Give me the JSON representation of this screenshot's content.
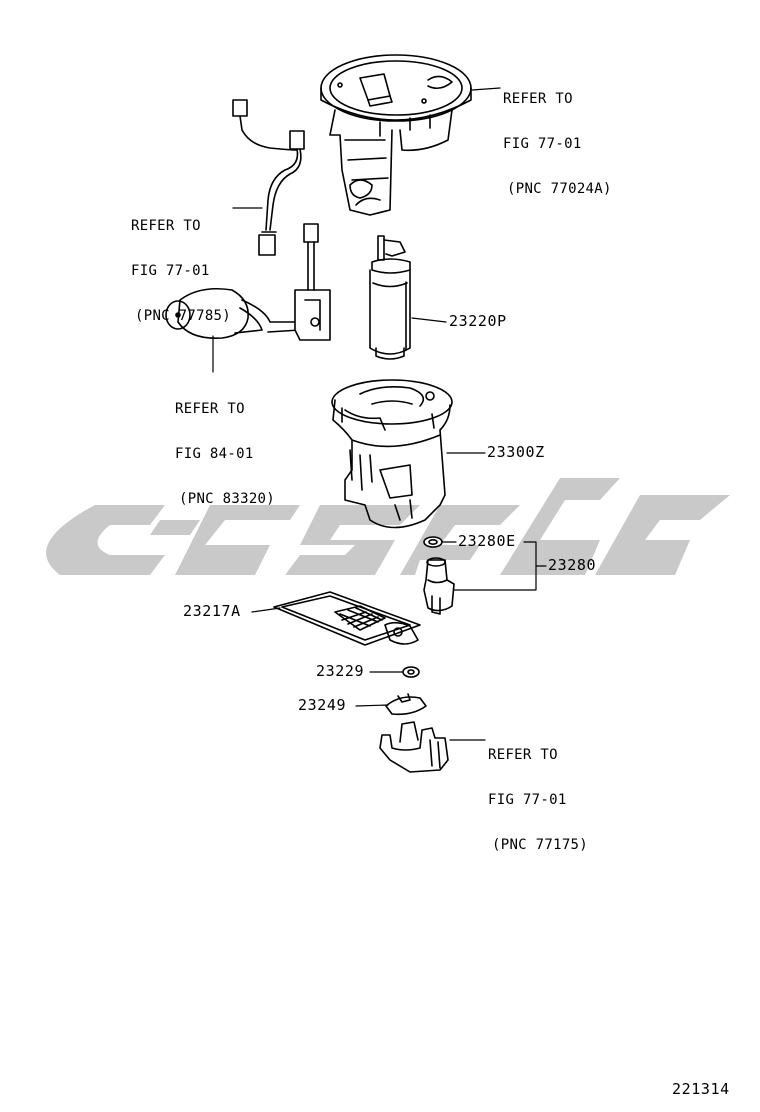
{
  "diagram_id": "221314",
  "parts": {
    "p23220P": "23220P",
    "p23300Z": "23300Z",
    "p23280E": "23280E",
    "p23280": "23280",
    "p23217A": "23217A",
    "p23229": "23229",
    "p23249": "23249"
  },
  "references": {
    "ref_top": {
      "line1": "REFER TO",
      "line2": "FIG 77-01",
      "line3": "(PNC 77024A)"
    },
    "ref_harness": {
      "line1": "REFER TO",
      "line2": "FIG 77-01",
      "line3": "(PNC 77785)"
    },
    "ref_sender": {
      "line1": "REFER TO",
      "line2": "FIG 84-01",
      "line3": "(PNC 83320)"
    },
    "ref_bottom": {
      "line1": "REFER TO",
      "line2": "FIG 77-01",
      "line3": "(PNC 77175)"
    }
  },
  "colors": {
    "ink": "#000000",
    "watermark": "#c8c8c8"
  }
}
